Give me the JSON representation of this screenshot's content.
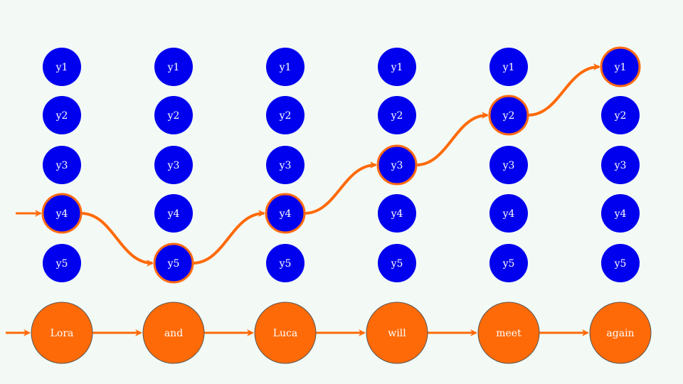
{
  "diagram": {
    "states": [
      "y1",
      "y2",
      "y3",
      "y4",
      "y5"
    ],
    "words": [
      "Lora",
      "and",
      "Luca",
      "will",
      "meet",
      "again"
    ],
    "path": [
      "y4",
      "y5",
      "y4",
      "y3",
      "y2",
      "y1"
    ],
    "colors": {
      "background": "#f3faf5",
      "state_fill": "#0000ee",
      "highlight_stroke": "#ff6a13",
      "word_fill": "#ff6a08",
      "word_stroke": "#555555",
      "arrow": "#ff6a08",
      "text": "#ffffff"
    }
  }
}
